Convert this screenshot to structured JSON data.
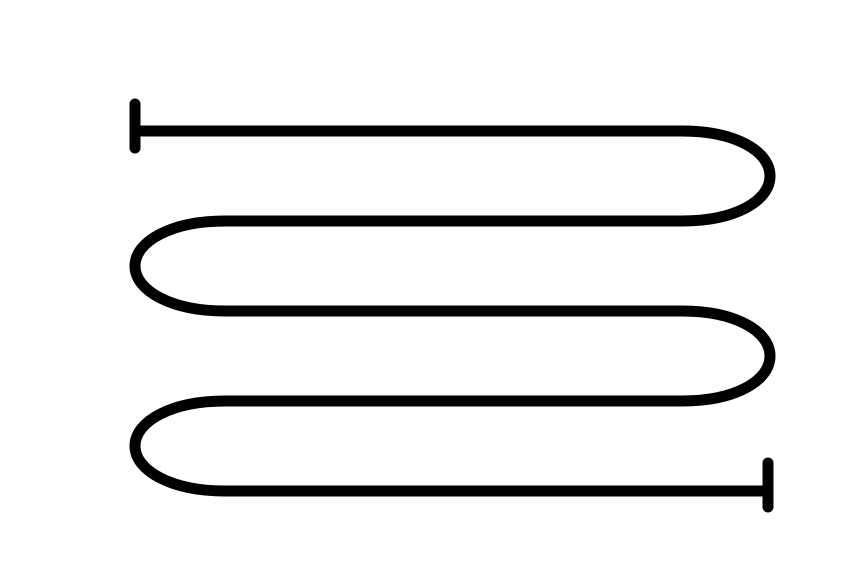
{
  "diagram": {
    "type": "serpentine-path",
    "stroke_color": "#000000",
    "background_color": "#ffffff",
    "passes": 5,
    "start_marker": "t-bar-vertical",
    "end_marker": "t-bar-vertical"
  }
}
